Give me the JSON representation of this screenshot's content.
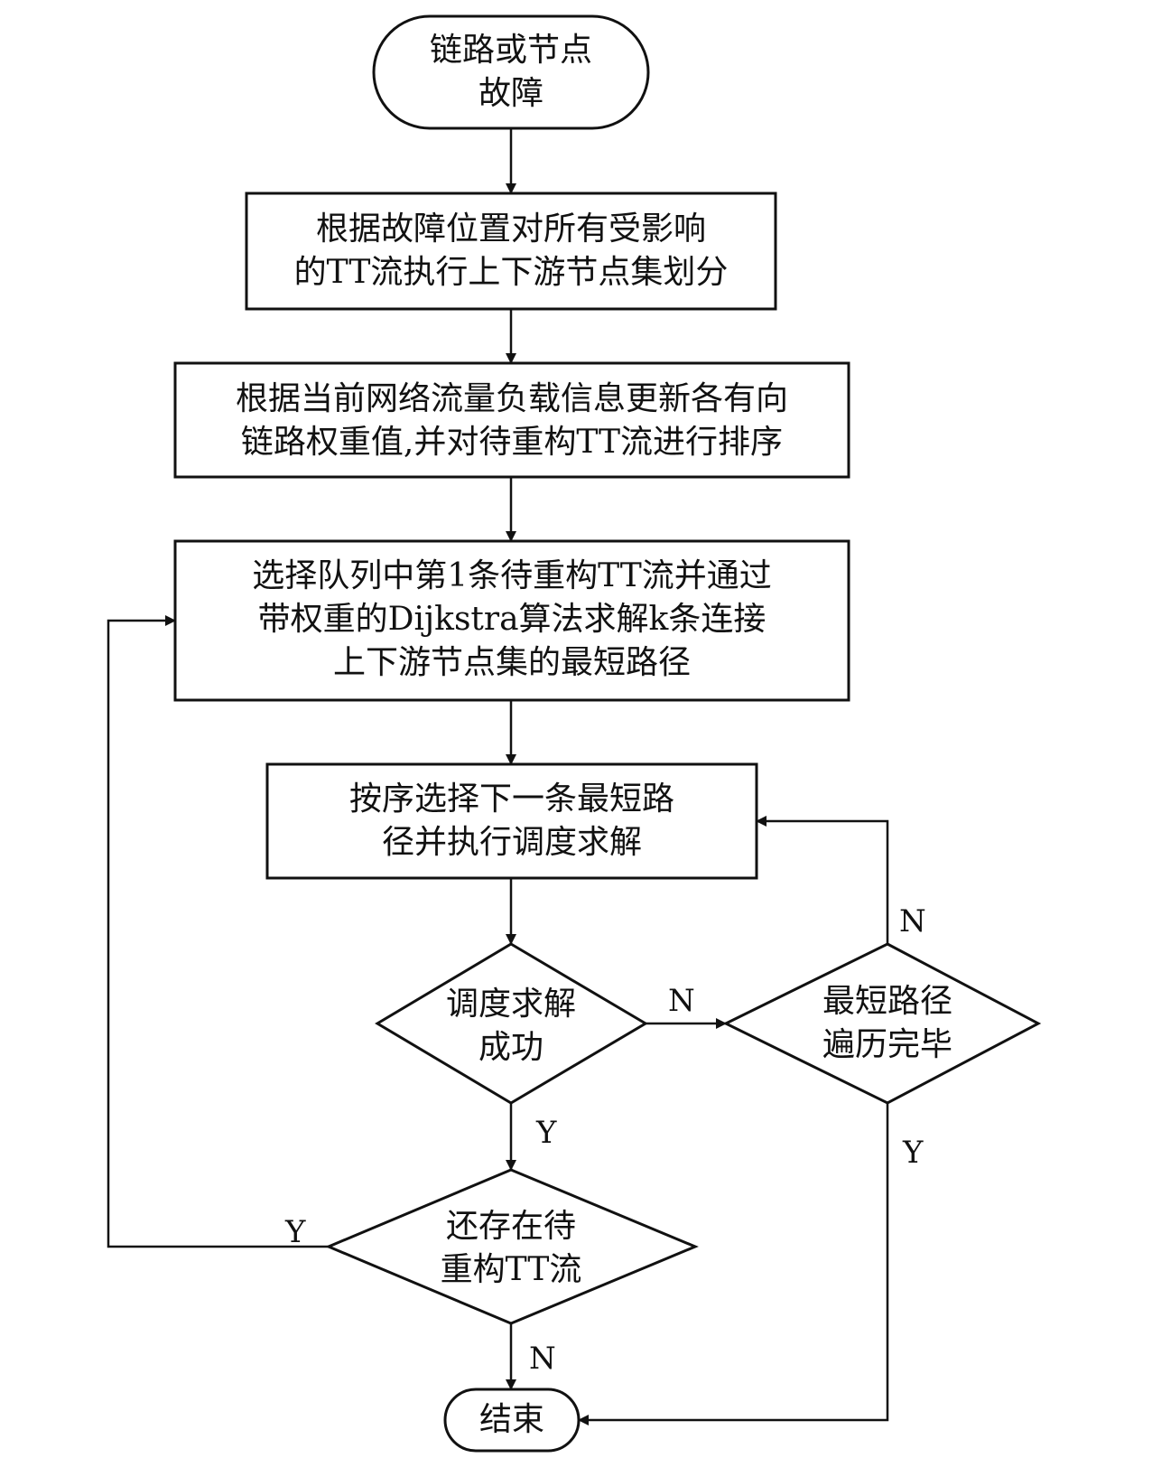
{
  "nodes": {
    "start": {
      "lines": [
        "链路或节点",
        "故障"
      ]
    },
    "partition": {
      "lines": [
        "根据故障位置对所有受影响",
        "的TT流执行上下游节点集划分"
      ]
    },
    "update": {
      "lines": [
        "根据当前网络流量负载信息更新各有向",
        "链路权重值,并对待重构TT流进行排序"
      ]
    },
    "select": {
      "lines": [
        "选择队列中第1条待重构TT流并通过",
        "带权重的Dijkstra算法求解k条连接",
        "上下游节点集的最短路径"
      ]
    },
    "next_path": {
      "lines": [
        "按序选择下一条最短路",
        "径并执行调度求解"
      ]
    },
    "success": {
      "lines": [
        "调度求解",
        "成功"
      ]
    },
    "traversed": {
      "lines": [
        "最短路径",
        "遍历完毕"
      ]
    },
    "remaining": {
      "lines": [
        "还存在待",
        "重构TT流"
      ]
    },
    "end": {
      "lines": [
        "结束"
      ]
    }
  },
  "edge_labels": {
    "success_no": "N",
    "success_yes": "Y",
    "traversed_no": "N",
    "traversed_yes": "Y",
    "remaining_yes": "Y",
    "remaining_no": "N"
  }
}
